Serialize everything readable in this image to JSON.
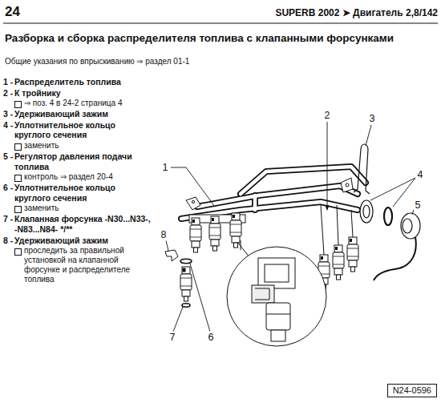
{
  "diagram": {
    "title": "Разборка и сборка распределителя топлива с клапанными форсунками",
    "nodes": [
      {
        "text": [
          "N24-0596"
        ]
      }
    ],
    "edges": [],
    "labels": [
      "24",
      "SUPERB 2002 ➤ Двигатель 2,8/142",
      "Общие указания по впрыскиванию ⇒ раздел 01-1",
      "1 -",
      "Распределитель топлива",
      "2 -",
      "К тройнику",
      "⇒ поз. 4 в 24-2 страница 4",
      "3 -",
      "Удерживающий зажим",
      "4 -",
      "Уплотнительное кольцо круглого сечения",
      "заменить",
      "5 -",
      "Регулятор давления подачи топлива",
      "контроль ⇒ раздел 20-4",
      "6 -",
      "Уплотнительное кольцо круглого сечения",
      "заменить",
      "7 -",
      "Клапанная форсунка -N30...N33-, -N83...N84- */**",
      "8 -",
      "Удерживающий зажим",
      "проследить за правильной установкой на клапанной форсунке и распределителе топлива",
      "1",
      "2",
      "3",
      "4",
      "5",
      "8",
      "7",
      "6"
    ]
  }
}
